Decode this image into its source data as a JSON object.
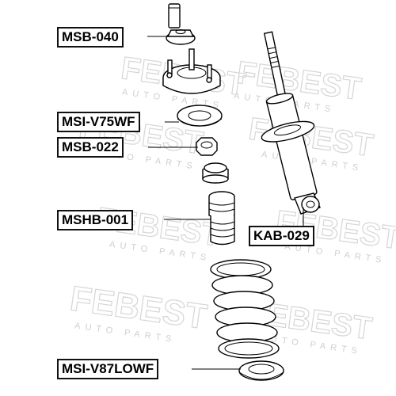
{
  "watermark": {
    "brand": "FEBEST",
    "tagline": "AUTO PARTS"
  },
  "labels": {
    "msb040": "MSB-040",
    "msiv75wf": "MSI-V75WF",
    "msb022": "MSB-022",
    "mshb001": "MSHB-001",
    "kab029": "KAB-029",
    "msiv87lowf": "MSI-V87LOWF"
  }
}
